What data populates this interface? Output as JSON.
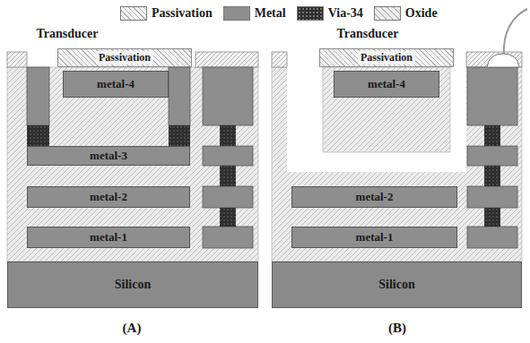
{
  "diagram": {
    "nodes": [
      {
        "text": [
          "Passivation"
        ]
      },
      {
        "text": [
          "metal-4"
        ]
      },
      {
        "text": [
          "metal-3"
        ]
      },
      {
        "text": [
          "metal-2"
        ]
      },
      {
        "text": [
          "metal-1"
        ]
      },
      {
        "text": [
          "Silicon"
        ]
      },
      {
        "text": [
          "Passivation"
        ]
      },
      {
        "text": [
          "metal-4"
        ]
      },
      {
        "text": [
          "metal-2"
        ]
      },
      {
        "text": [
          "metal-1"
        ]
      },
      {
        "text": [
          "Silicon"
        ]
      }
    ],
    "labels": [
      "Transducer",
      "Transducer",
      "(A)",
      "(B)"
    ],
    "legend": [
      {
        "text": "Passivation"
      },
      {
        "text": "Metal",
        "color": "#8e8e8e"
      },
      {
        "text": "Via-34"
      },
      {
        "text": "Oxide"
      }
    ]
  }
}
